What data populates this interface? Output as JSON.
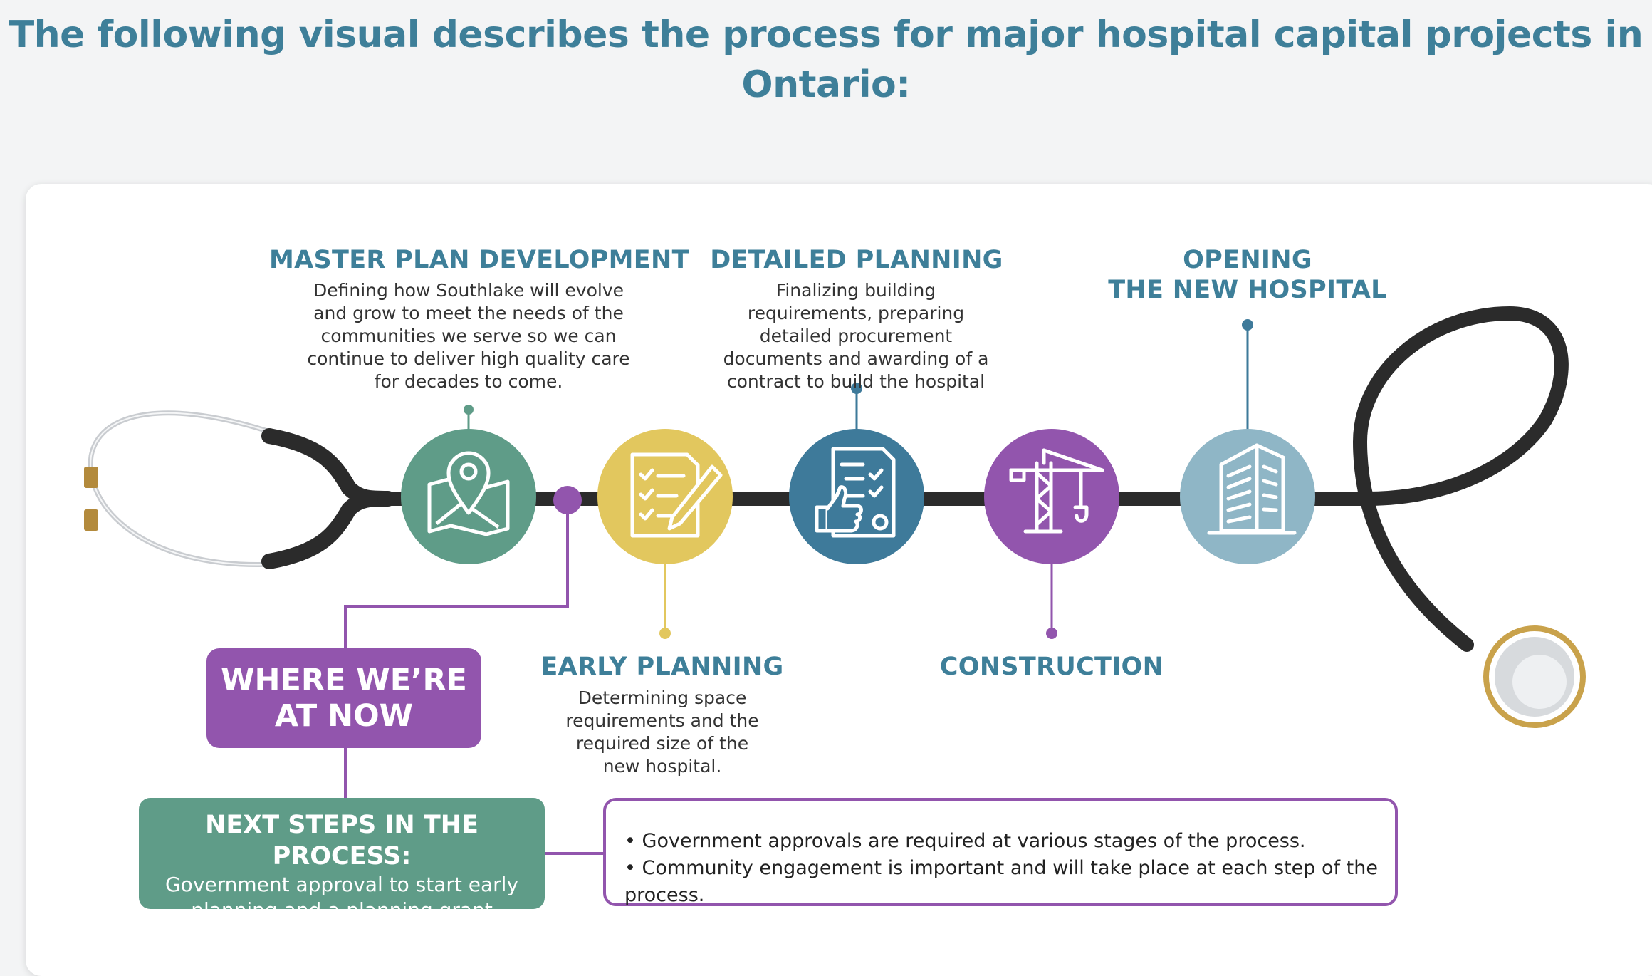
{
  "page": {
    "title": "The following visual describes the process for major hospital capital projects in Ontario:"
  },
  "stages": {
    "master_plan": {
      "title": "MASTER PLAN DEVELOPMENT",
      "description": "Defining how Southlake will evolve and grow to meet the needs of the communities we serve so we can continue to deliver high quality care for decades to come.",
      "color": "#5f9c88",
      "icon": "map-pin-icon"
    },
    "early_planning": {
      "title": "EARLY PLANNING",
      "description": "Determining space requirements and the required size of the new hospital.",
      "color": "#e2c75e",
      "icon": "checklist-pencil-icon"
    },
    "detailed_planning": {
      "title": "DETAILED PLANNING",
      "description": "Finalizing building requirements, preparing detailed procurement documents and awarding of a contract to build the hospital",
      "color": "#3e7a9a",
      "icon": "document-thumbs-up-icon"
    },
    "construction": {
      "title": "CONSTRUCTION",
      "color": "#9255ad",
      "icon": "crane-icon"
    },
    "opening": {
      "title_line1": "OPENING",
      "title_line2": "THE NEW HOSPITAL",
      "color": "#8fb6c6",
      "icon": "hospital-building-icon"
    }
  },
  "status": {
    "where_line1": "WHERE WE’RE",
    "where_line2": "AT NOW"
  },
  "next_steps": {
    "title": "NEXT STEPS IN THE PROCESS:",
    "line1": "Government approval to start early",
    "line2": "planning and a planning grant"
  },
  "notes": [
    "Government approvals are required at various stages of the process.",
    "Community engagement is important and will take place at each step of the process."
  ],
  "colors": {
    "title_blue": "#3e7f99",
    "purple": "#9255ad",
    "green": "#5f9c88",
    "tube": "#2b2b2b"
  }
}
